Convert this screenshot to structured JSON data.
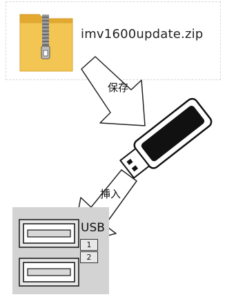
{
  "file": {
    "name": "imv1600update.zip",
    "icon": "zip-folder-icon"
  },
  "steps": {
    "save": "保存",
    "insert": "挿入"
  },
  "usb": {
    "title": "USB",
    "ports": [
      "1",
      "2"
    ]
  },
  "colors": {
    "folder": "#f3c552",
    "folder_dark": "#e3a82f",
    "panel": "#d3d3d3",
    "outline": "#222222"
  }
}
